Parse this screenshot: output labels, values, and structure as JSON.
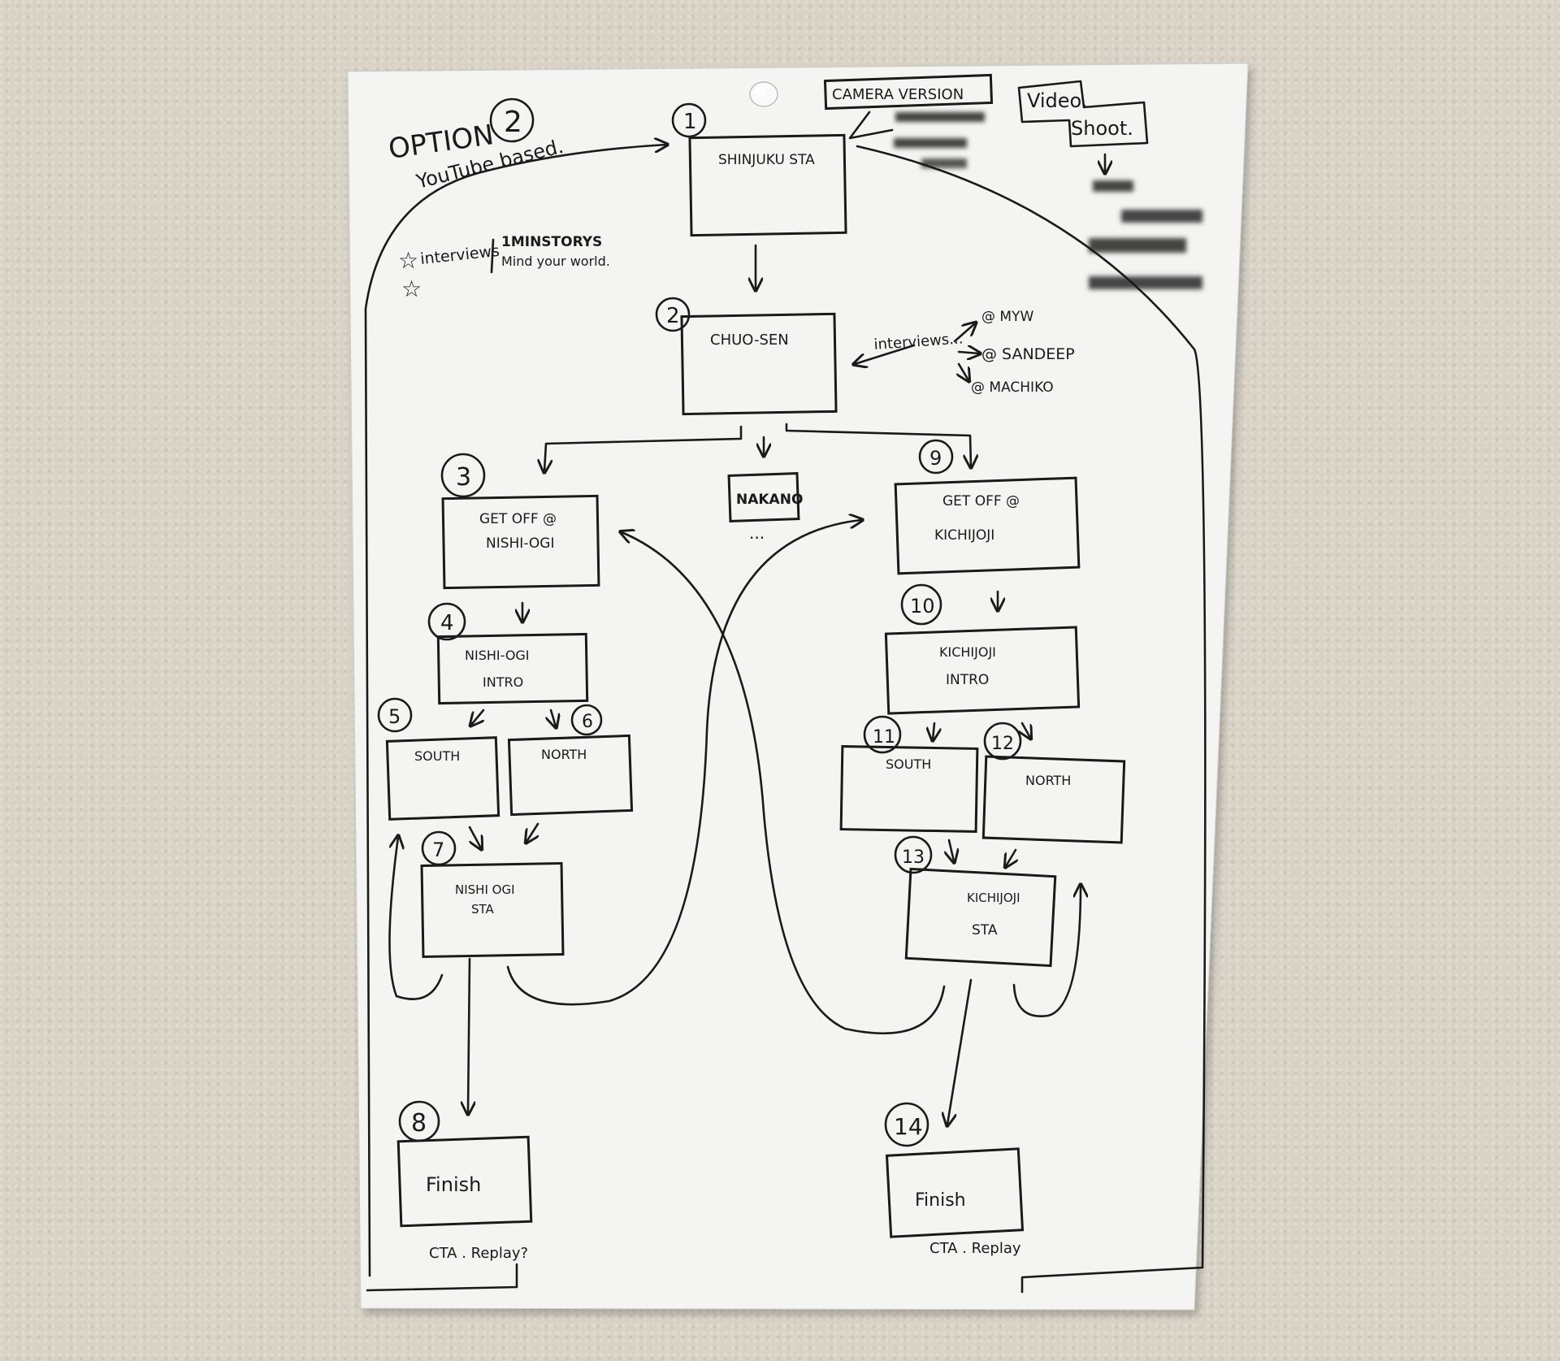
{
  "header": {
    "option": "OPTION",
    "option_number": "2",
    "youtube_based": "YouTube based.",
    "interviews": "interviews",
    "stories_title": "1MINSTORYS",
    "stories_subtitle": "Mind your world."
  },
  "notes": {
    "camera": "CAMERA VERSION",
    "video_shoot_1": "Video.",
    "video_shoot_2": "Shoot."
  },
  "interviews_note": {
    "label": "interviews...",
    "items": [
      "@ MYW",
      "@ SANDEEP",
      "@ MACHIKO"
    ]
  },
  "nodes": {
    "n1": {
      "num": "1",
      "line1": "SHINJUKU STA",
      "line2": ""
    },
    "n2": {
      "num": "2",
      "line1": "CHUO-SEN",
      "line2": ""
    },
    "nakano": {
      "line1": "NAKANO",
      "dots": "..."
    },
    "n3": {
      "num": "3",
      "line1": "GET OFF @",
      "line2": "NISHI-OGI"
    },
    "n4": {
      "num": "4",
      "line1": "NISHI-OGI",
      "line2": "INTRO"
    },
    "n5": {
      "num": "5",
      "line1": "SOUTH",
      "line2": ""
    },
    "n6": {
      "num": "6",
      "line1": "NORTH",
      "line2": ""
    },
    "n7": {
      "num": "7",
      "line1": "NISHI OGI",
      "line2": "STA"
    },
    "n8": {
      "num": "8",
      "line1": "Finish",
      "line2": "",
      "caption": "CTA . Replay?"
    },
    "n9": {
      "num": "9",
      "line1": "GET OFF @",
      "line2": "KICHIJOJI"
    },
    "n10": {
      "num": "10",
      "line1": "KICHIJOJI",
      "line2": "INTRO"
    },
    "n11": {
      "num": "11",
      "line1": "SOUTH",
      "line2": ""
    },
    "n12": {
      "num": "12",
      "line1": "NORTH",
      "line2": ""
    },
    "n13": {
      "num": "13",
      "line1": "KICHIJOJI",
      "line2": "STA"
    },
    "n14": {
      "num": "14",
      "line1": "Finish",
      "line2": "",
      "caption": "CTA . Replay"
    }
  }
}
